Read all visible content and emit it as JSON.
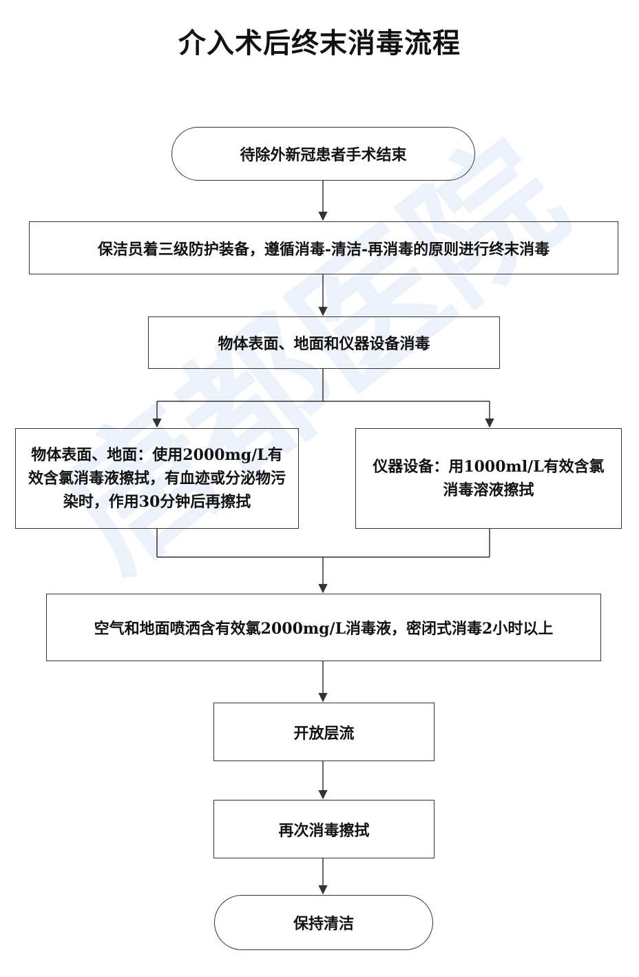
{
  "title": "介入术后终末消毒流程",
  "watermark": "唐都医院",
  "nodes": {
    "start": "待除外新冠患者手术结束",
    "step1": "保洁员着三级防护装备，遵循消毒-清洁-再消毒的原则进行终末消毒",
    "step2": "物体表面、地面和仪器设备消毒",
    "branch_left": "物体表面、地面：使用2000mg/L有效含氯消毒液擦拭，有血迹或分泌物污染时，作用30分钟后再擦拭",
    "branch_right": "仪器设备：用1000ml/L有效含氯消毒溶液擦拭",
    "step3": "空气和地面喷洒含有效氯2000mg/L消毒液，密闭式消毒2小时以上",
    "step4": "开放层流",
    "step5": "再次消毒擦拭",
    "end": "保持清洁"
  },
  "colors": {
    "line": "#333333",
    "watermark": "#96afe6"
  }
}
